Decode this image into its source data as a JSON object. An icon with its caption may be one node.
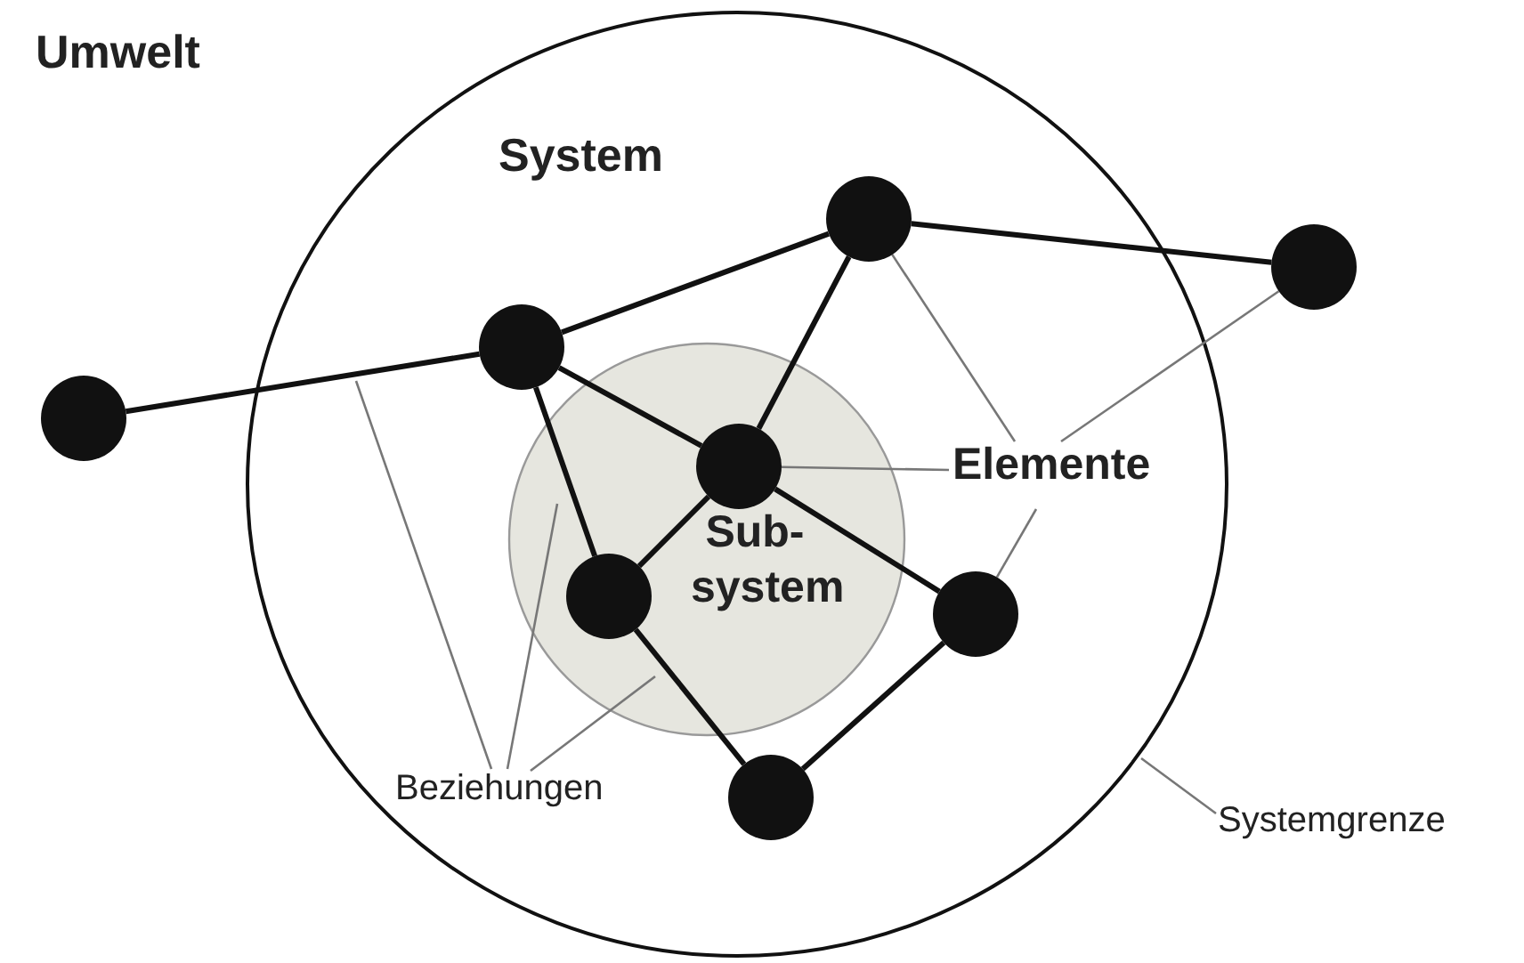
{
  "diagram": {
    "nodes": [
      {
        "text": [
          "System"
        ]
      },
      {
        "text": [
          "Sub- system"
        ],
        "in": 0
      },
      {
        "text": [],
        "shape": "circle"
      },
      {
        "text": [],
        "shape": "circle",
        "in": 0
      },
      {
        "text": [],
        "shape": "circle",
        "in": 1
      },
      {
        "text": [],
        "shape": "circle",
        "in": 1
      },
      {
        "text": [],
        "shape": "circle",
        "in": 0
      },
      {
        "text": [],
        "shape": "circle",
        "in": 0
      },
      {
        "text": [],
        "shape": "circle",
        "in": 0
      },
      {
        "text": [],
        "shape": "circle"
      },
      {
        "text": [
          "Elemente"
        ],
        "in": 0
      },
      {
        "text": [
          "Beziehungen"
        ],
        "in": 0
      },
      {
        "text": [
          "Systemgrenze"
        ]
      }
    ],
    "edges": [
      {
        "from": 2,
        "to": 3,
        "arrow": "none"
      },
      {
        "from": 3,
        "to": 7,
        "arrow": "none"
      },
      {
        "from": 7,
        "to": 9,
        "arrow": "none"
      },
      {
        "from": 3,
        "to": 5,
        "arrow": "none"
      },
      {
        "from": 3,
        "to": 4,
        "arrow": "none"
      },
      {
        "from": 7,
        "to": 5,
        "arrow": "none"
      },
      {
        "from": 5,
        "to": 4,
        "arrow": "none"
      },
      {
        "from": 5,
        "to": 8,
        "arrow": "none"
      },
      {
        "from": 4,
        "to": 6,
        "arrow": "none"
      },
      {
        "from": 6,
        "to": 8,
        "arrow": "none"
      },
      {
        "from": 10,
        "to": 5,
        "arrow": "none",
        "color": "#777777"
      },
      {
        "from": 10,
        "to": 7,
        "arrow": "none",
        "color": "#777777"
      },
      {
        "from": 10,
        "to": 9,
        "arrow": "none",
        "color": "#777777"
      },
      {
        "from": 10,
        "to": 8,
        "arrow": "none",
        "color": "#777777"
      },
      {
        "from": 11,
        "to": null,
        "arrow": "none",
        "color": "#777777"
      },
      {
        "from": 11,
        "to": null,
        "arrow": "none",
        "color": "#777777"
      },
      {
        "from": 11,
        "to": null,
        "arrow": "none",
        "color": "#777777"
      },
      {
        "from": 12,
        "to": 0,
        "arrow": "none",
        "color": "#777777"
      }
    ],
    "labels": [
      "Umwelt"
    ]
  }
}
